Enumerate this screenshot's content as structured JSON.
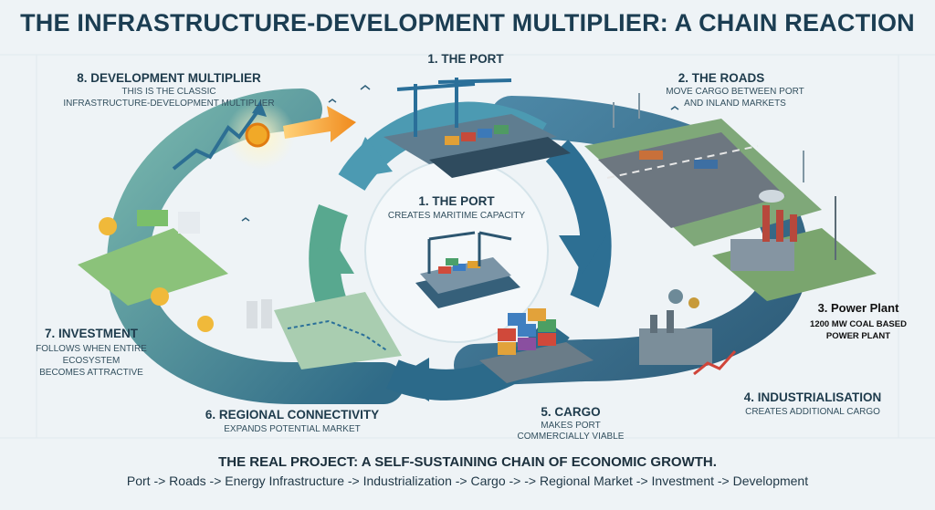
{
  "title": "THE INFRASTRUCTURE-DEVELOPMENT MULTIPLIER: A CHAIN REACTION",
  "steps": {
    "port_top": {
      "heading": "1. THE PORT"
    },
    "port_center": {
      "heading": "1. THE PORT",
      "desc": "CREATES MARITIME CAPACITY"
    },
    "roads": {
      "heading": "2. THE ROADS",
      "desc1": "MOVE CARGO BETWEEN PORT",
      "desc2": "AND INLAND MARKETS"
    },
    "power_plant": {
      "heading": "3. Power Plant",
      "desc1": "1200 MW COAL BASED",
      "desc2": "POWER PLANT"
    },
    "industrialisation": {
      "heading": "4. INDUSTRIALISATION",
      "desc": "CREATES ADDITIONAL CARGO"
    },
    "cargo": {
      "heading": "5. CARGO",
      "desc1": "MAKES PORT",
      "desc2": "COMMERCIALLY VIABLE"
    },
    "regional": {
      "heading": "6. REGIONAL CONNECTIVITY",
      "desc": "EXPANDS POTENTIAL MARKET"
    },
    "investment": {
      "heading": "7. INVESTMENT",
      "desc1": "FOLLOWS WHEN ENTIRE",
      "desc2": "ECOSYSTEM",
      "desc3": "BECOMES ATTRACTIVE"
    },
    "multiplier": {
      "heading": "8. DEVELOPMENT MULTIPLIER",
      "desc1": "THIS IS THE CLASSIC",
      "desc2": "INFRASTRUCTURE-DEVELOPMENT MULTIPLIER"
    }
  },
  "footer": {
    "headline": "THE REAL PROJECT: A SELF-SUSTAINING CHAIN OF ECONOMIC GROWTH.",
    "chain": "Port -> Roads -> Energy Infrastructure -> Industrialization -> Cargo -> -> Regional Market -> Investment -> Development"
  },
  "colors": {
    "loop_dark": "#1f5f7e",
    "loop_mid": "#3e8aa8",
    "loop_light": "#8cc4b0",
    "accent_orange": "#f5a623",
    "title": "#1b3d52"
  }
}
